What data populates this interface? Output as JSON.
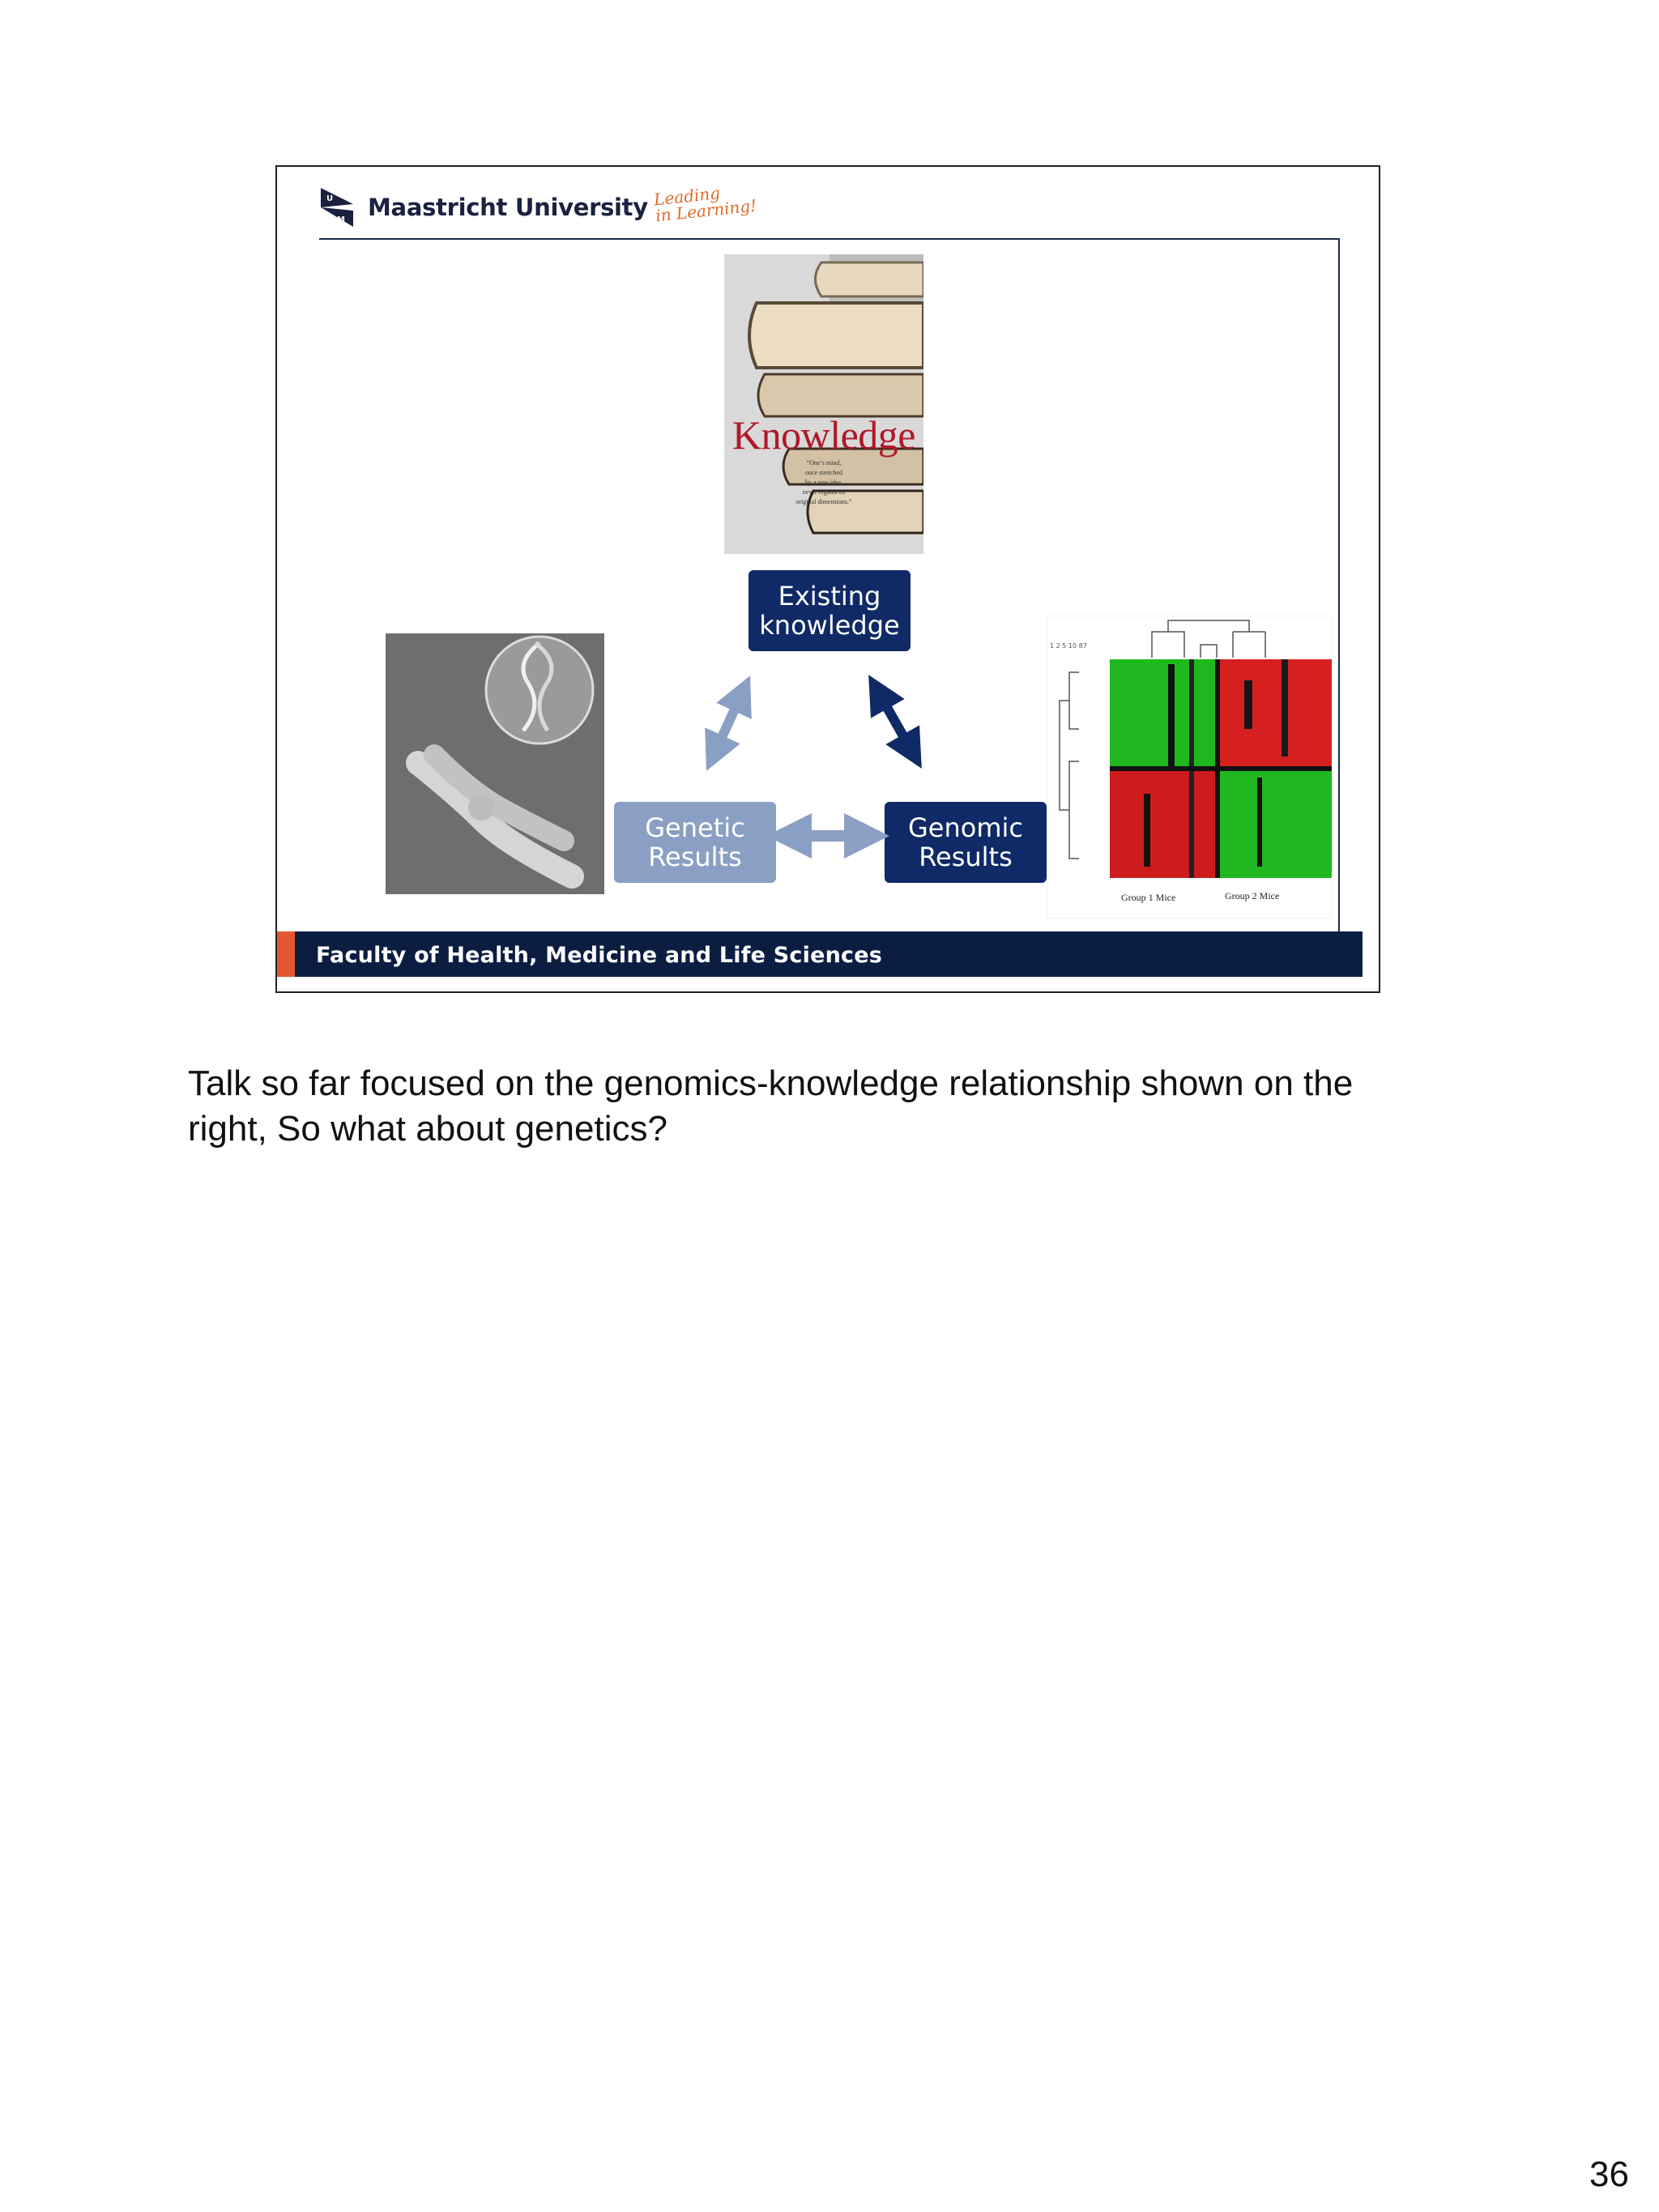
{
  "slide": {
    "logo": {
      "university": "Maastricht University",
      "slogan_line1": "Leading",
      "slogan_line2": "in Learning!",
      "mark_letters": [
        "U",
        "M"
      ]
    },
    "book": {
      "title": "Knowledge",
      "quote_lines": [
        "“One’s mind,",
        "once stretched",
        "by a new idea,",
        "never regains its",
        "original dimensions.”"
      ]
    },
    "nodes": {
      "existing": {
        "line1": "Existing",
        "line2": "knowledge"
      },
      "genetic": {
        "line1": "Genetic",
        "line2": "Results"
      },
      "genomic": {
        "line1": "Genomic",
        "line2": "Results"
      }
    },
    "heatmap": {
      "group1": "Group 1 Mice",
      "group2": "Group 2 Mice",
      "top_numbers": "1 2 5 10 87"
    },
    "footer": "Faculty of Health, Medicine and Life Sciences",
    "colors": {
      "navy": "#0f2a66",
      "light_blue": "#8a9fc4",
      "footer": "#0b1e42",
      "accent": "#e4572e"
    }
  },
  "note": {
    "line1": "Talk so far focused on the genomics-knowledge relationship shown on the",
    "line2": "right, So what about genetics?"
  },
  "page_number": "36"
}
